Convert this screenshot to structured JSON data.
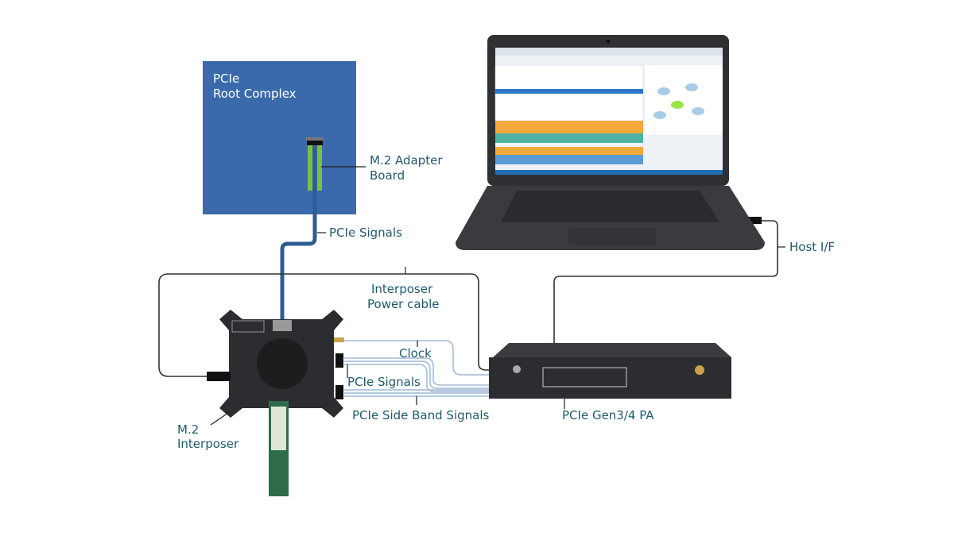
{
  "diagram": {
    "root_complex": {
      "line1": "PCIe",
      "line2": "Root Complex",
      "color": "#3a6aab"
    },
    "adapter": {
      "line1": "M.2 Adapter",
      "line2": "Board",
      "color": "#7ac142"
    },
    "labels": {
      "pcie_signals_top": "PCIe Signals",
      "power_cable_line1": "Interposer",
      "power_cable_line2": "Power cable",
      "clock": "Clock",
      "pcie_signals_bottom": "PCIe Signals",
      "side_band": "PCIe Side Band Signals",
      "analyzer": "PCIe Gen3/4 PA",
      "interposer_line1": "M.2",
      "interposer_line2": "Interposer",
      "host_if": "Host I/F"
    },
    "colors": {
      "label_text": "#1f5a6b",
      "cable_blue": "#2e5d93",
      "signal_cable": "#9fb9d6",
      "device_body": "#2b2d30"
    }
  }
}
